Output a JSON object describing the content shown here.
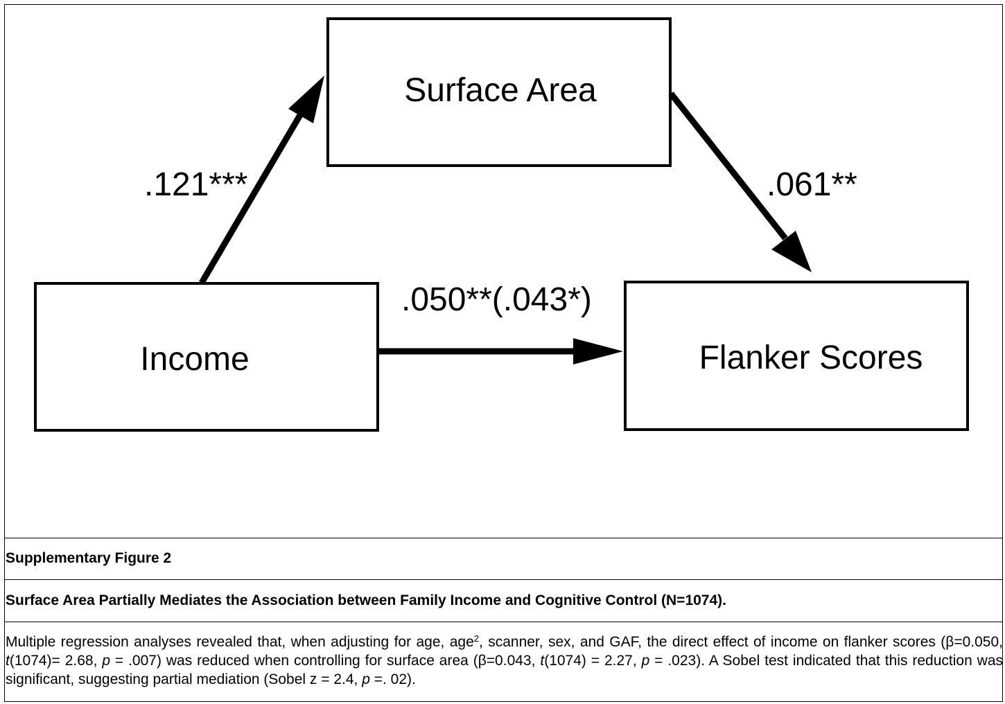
{
  "diagram": {
    "nodes": {
      "surface_area": "Surface Area",
      "income": "Income",
      "flanker": "Flanker Scores"
    },
    "edges": {
      "income_to_surface": ".121***",
      "surface_to_flanker": ".061**",
      "income_to_flanker": ".050**(.043*)"
    }
  },
  "caption": {
    "label": "Supplementary Figure 2",
    "title": "Surface Area Partially Mediates the Association between Family Income and Cognitive Control (N=1074).",
    "body": {
      "s1": "Multiple regression analyses revealed that, when adjusting for age, age",
      "s1_sup": "2",
      "s2": ", scanner, sex, and GAF, the direct effect of income on flanker scores (β=0.050, ",
      "t1": "t",
      "s3": "(1074)= 2.68, ",
      "p1": "p",
      "s4": " = .007) was reduced when controlling for surface area (β=0.043, ",
      "t2": "t",
      "s5": "(1074) = 2.27, ",
      "p2": "p",
      "s6": " = .023). A Sobel test indicated that this reduction was significant, suggesting partial mediation (Sobel z = 2.4, ",
      "p3": "p",
      "s7": " =. 02)."
    }
  }
}
